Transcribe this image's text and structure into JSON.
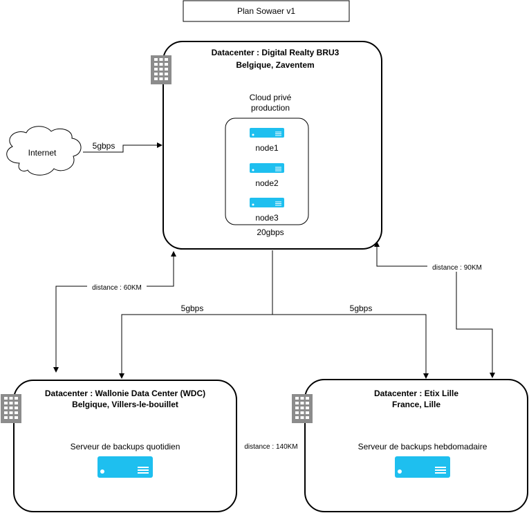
{
  "diagram": {
    "title": "Plan Sowaer v1",
    "internet": "Internet",
    "main_dc": {
      "title_line1": "Datacenter : Digital Realty BRU3",
      "title_line2": "Belgique, Zaventem",
      "cloud_line1": "Cloud privé",
      "cloud_line2": "production",
      "nodes": [
        "node1",
        "node2",
        "node3"
      ],
      "internal_speed": "20gbps"
    },
    "wdc": {
      "title_line1": "Datacenter : Wallonie Data Center (WDC)",
      "title_line2": "Belgique, Villers-le-bouillet",
      "service": "Serveur de backups quotidien"
    },
    "lille": {
      "title_line1": "Datacenter : Etix Lille",
      "title_line2": "France, Lille",
      "service": "Serveur de backups hebdomadaire"
    },
    "links": {
      "internet_speed": "5gbps",
      "wdc_speed": "5gbps",
      "lille_speed": "5gbps",
      "distance_wdc": "distance : 60KM",
      "distance_lille": "distance : 90KM",
      "distance_between": "distance : 140KM"
    }
  },
  "colors": {
    "server": "#1ebfef",
    "building": "#8c8c8c",
    "stroke": "#000000"
  },
  "icons": {
    "datacenter": "datacenter-building-icon",
    "server": "rack-server-icon",
    "cloud": "cloud-shape"
  }
}
